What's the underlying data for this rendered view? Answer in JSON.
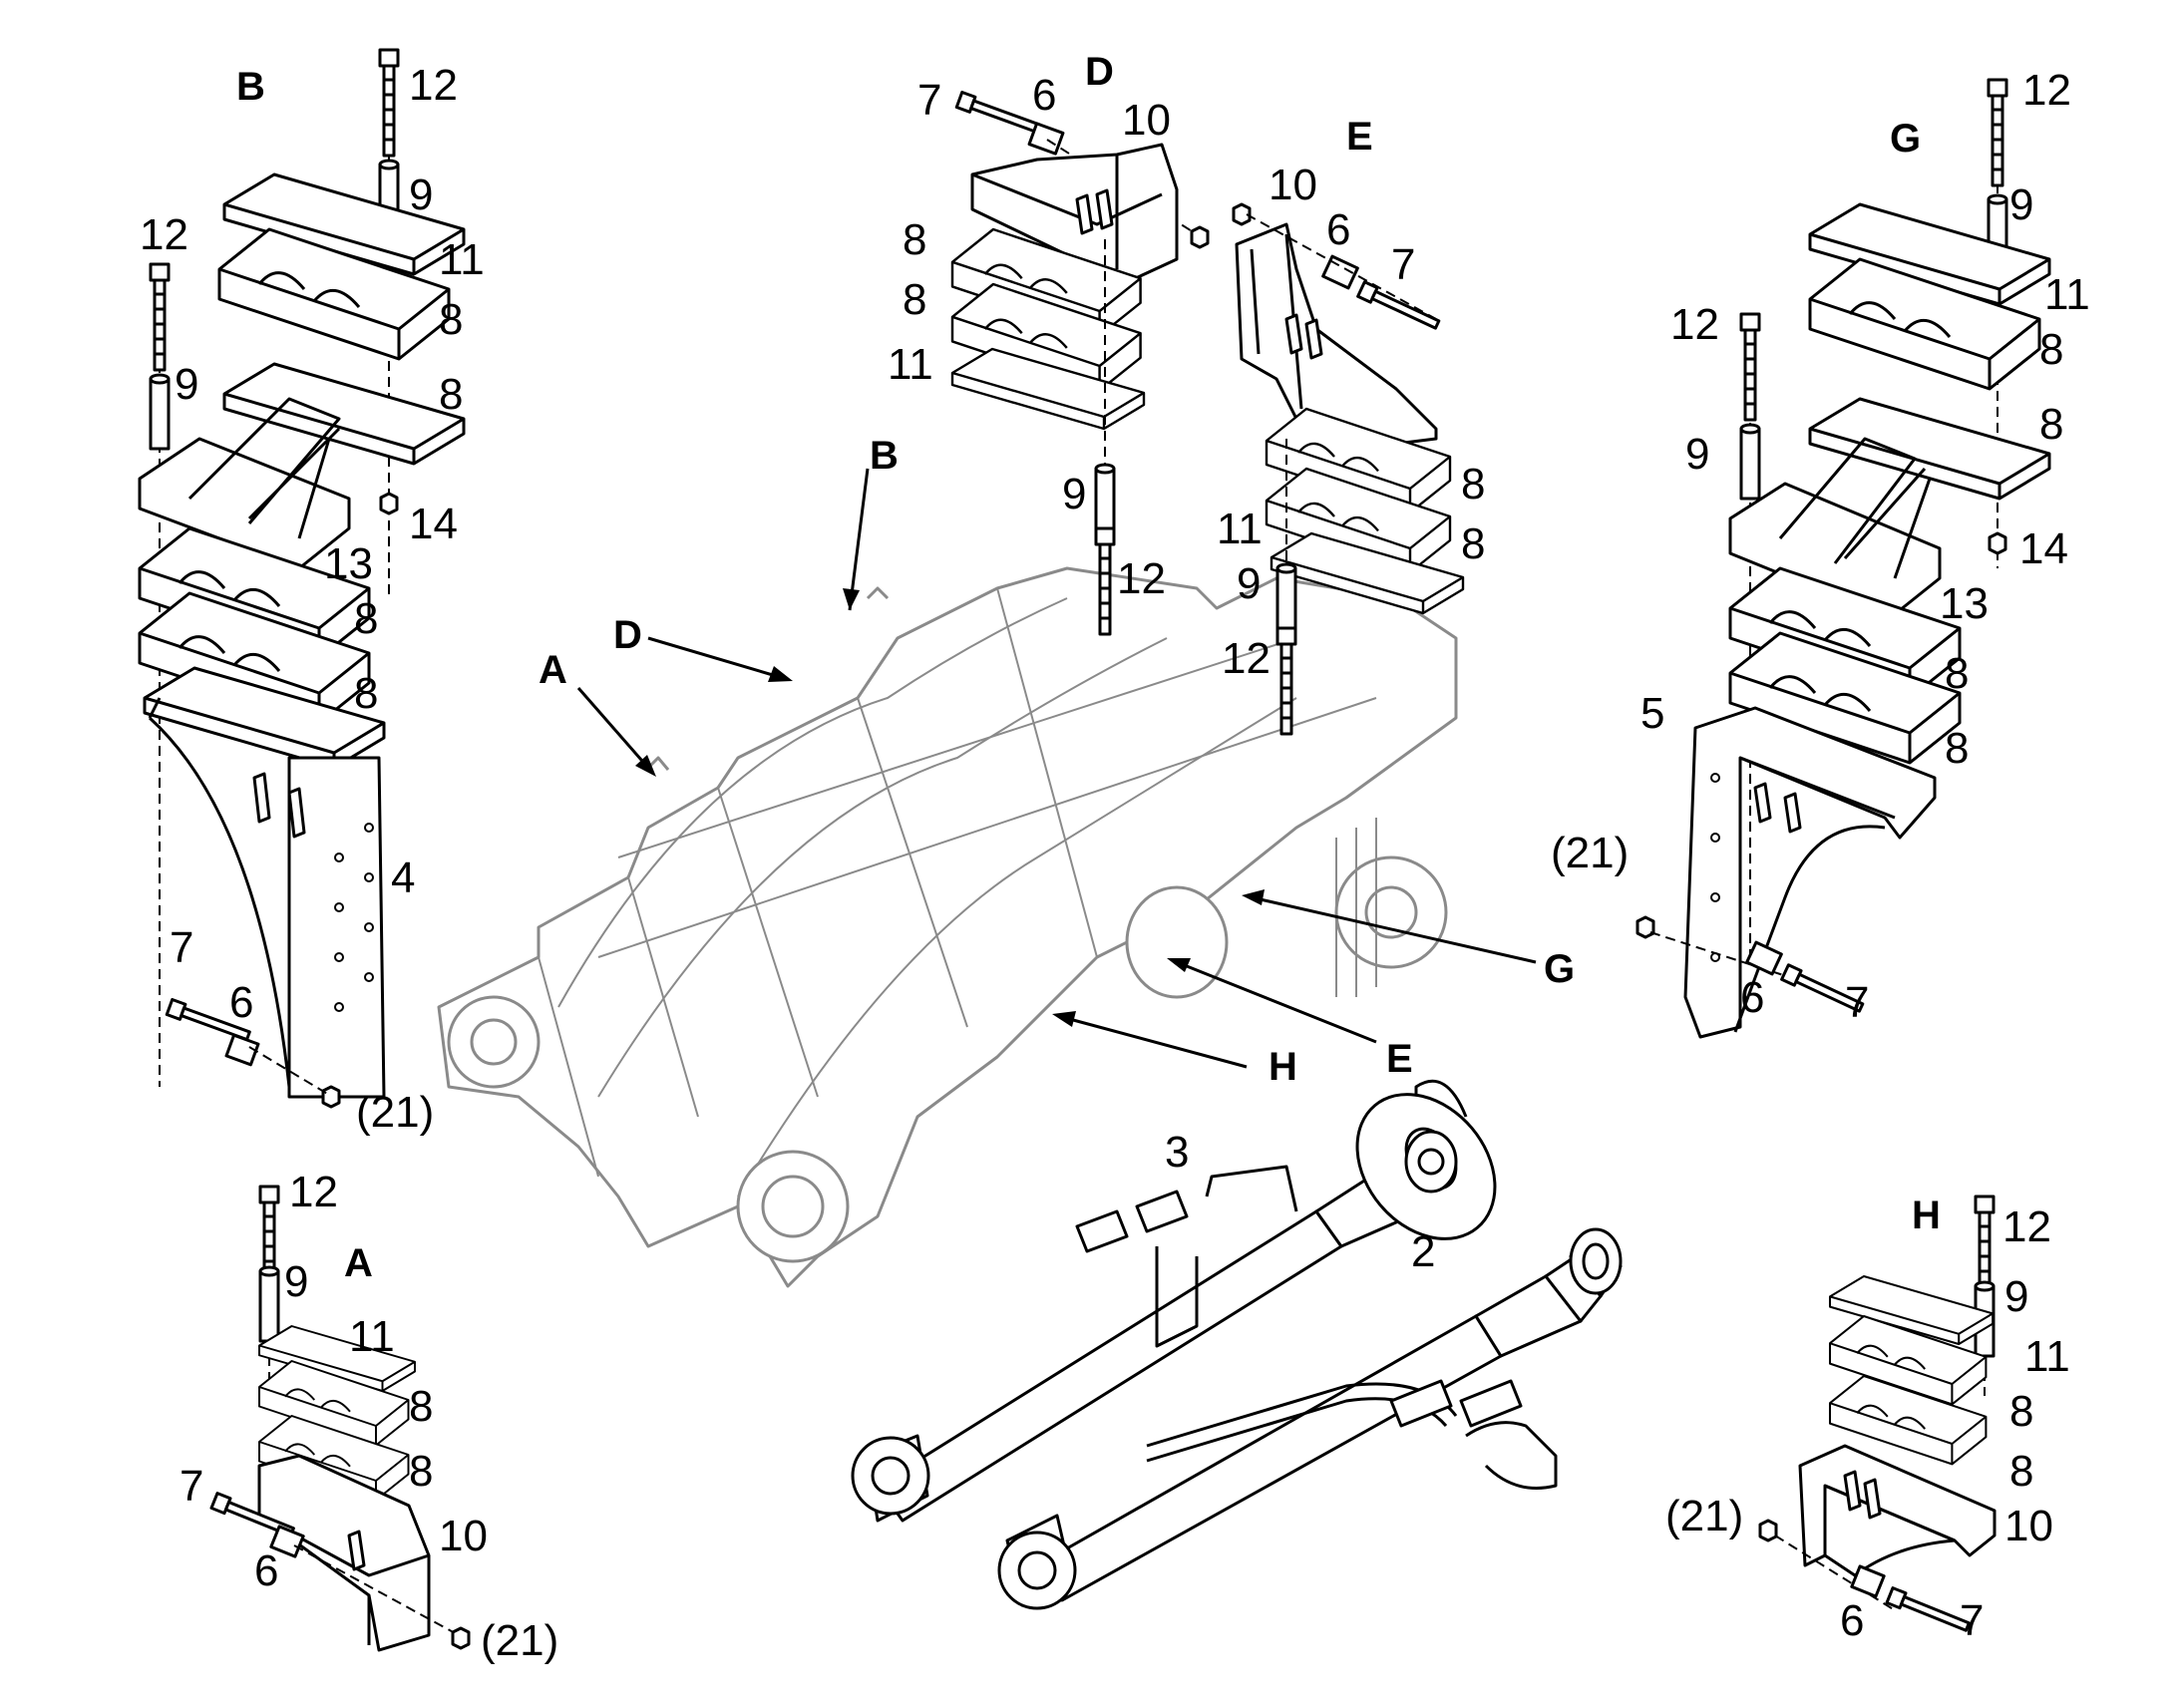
{
  "views": {
    "B": {
      "title": "B",
      "labels": [
        "12",
        "9",
        "11",
        "8",
        "8",
        "12",
        "9",
        "14",
        "13",
        "8",
        "8",
        "4",
        "7",
        "6",
        "(21)"
      ]
    },
    "D": {
      "title": "D",
      "labels": [
        "7",
        "6",
        "10",
        "8",
        "8",
        "11",
        "9",
        "12"
      ]
    },
    "E": {
      "title": "E",
      "labels": [
        "10",
        "6",
        "7",
        "8",
        "11",
        "8",
        "9",
        "12"
      ]
    },
    "G": {
      "title": "G",
      "labels": [
        "12",
        "9",
        "11",
        "8",
        "12",
        "8",
        "9",
        "14",
        "13",
        "5",
        "8",
        "8",
        "(21)",
        "6",
        "7"
      ]
    },
    "A": {
      "title": "A",
      "labels": [
        "12",
        "9",
        "11",
        "8",
        "8",
        "7",
        "10",
        "6",
        "(21)"
      ]
    },
    "H": {
      "title": "H",
      "labels": [
        "12",
        "9",
        "11",
        "8",
        "8",
        "(21)",
        "10",
        "6",
        "7"
      ]
    }
  },
  "main": {
    "callouts": [
      "B",
      "D",
      "A",
      "G",
      "E",
      "H"
    ],
    "cylinders": [
      "3",
      "2"
    ]
  }
}
